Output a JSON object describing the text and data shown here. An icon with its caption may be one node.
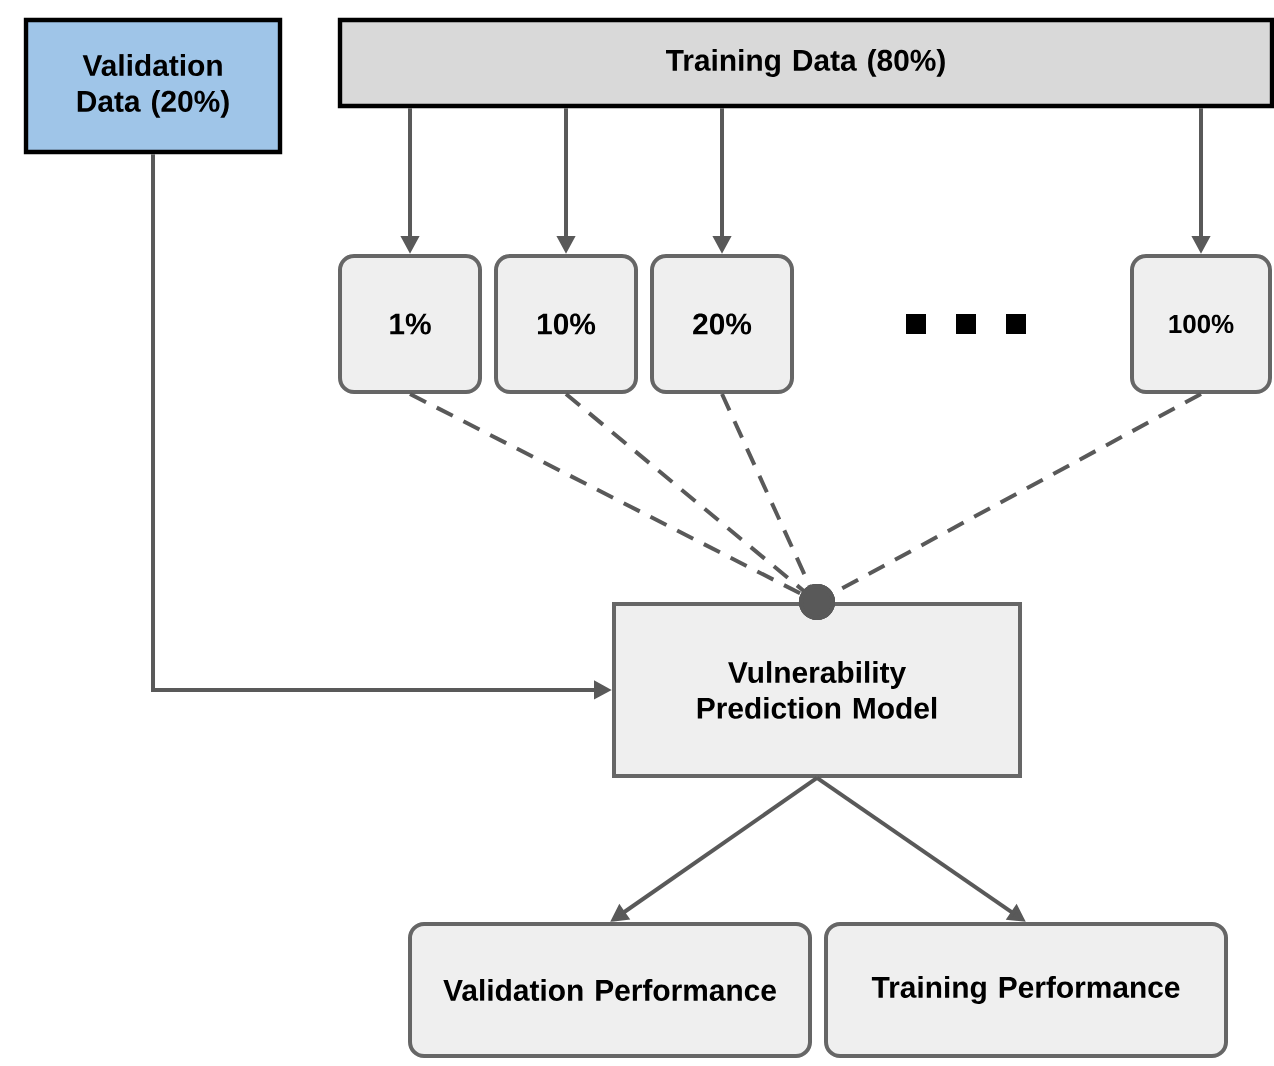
{
  "diagram": {
    "nodes": [
      {
        "text": [
          "Validation Data (20%)"
        ]
      },
      {
        "text": [
          "Training Data (80%)"
        ]
      },
      {
        "text": [
          "1%"
        ]
      },
      {
        "text": [
          "10%"
        ]
      },
      {
        "text": [
          "20%"
        ]
      },
      {
        "text": [
          "100%"
        ]
      },
      {
        "text": [
          "Vulnerability Prediction Model"
        ]
      },
      {
        "text": [
          "Validation Performance"
        ]
      },
      {
        "text": [
          "Training Performance"
        ]
      }
    ],
    "edges": [
      {
        "from": 1,
        "to": 2,
        "arrow": "to"
      },
      {
        "from": 1,
        "to": 3,
        "arrow": "to"
      },
      {
        "from": 1,
        "to": 4,
        "arrow": "to"
      },
      {
        "from": 1,
        "to": 5,
        "arrow": "to"
      },
      {
        "from": 0,
        "to": 6,
        "arrow": "to"
      },
      {
        "from": 2,
        "to": 6,
        "arrow": "other",
        "style": "dashed"
      },
      {
        "from": 3,
        "to": 6,
        "arrow": "other",
        "style": "dashed"
      },
      {
        "from": 4,
        "to": 6,
        "arrow": "other",
        "style": "dashed"
      },
      {
        "from": 5,
        "to": 6,
        "arrow": "other",
        "style": "dashed"
      },
      {
        "from": 6,
        "to": 7,
        "arrow": "to"
      },
      {
        "from": 6,
        "to": 8,
        "arrow": "to"
      }
    ]
  }
}
